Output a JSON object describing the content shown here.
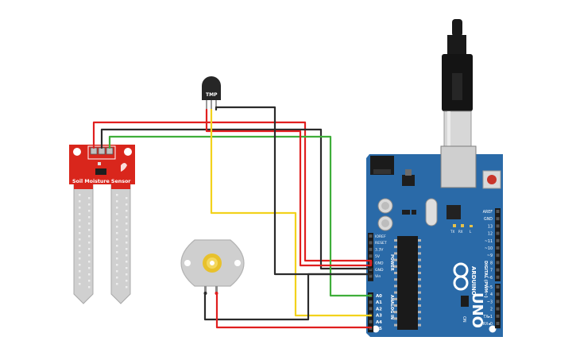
{
  "components": {
    "soil_sensor": {
      "label": "Soil Moisture Sensor"
    },
    "temp_sensor": {
      "label": "TMP"
    },
    "arduino": {
      "brand": "ARDUINO",
      "model": "UNO",
      "reset_label": "RESET",
      "power_header": [
        "IOREF",
        "RESET",
        "3.3V",
        "5V",
        "GND",
        "GND",
        "Vin"
      ],
      "power_title": "POWER",
      "analog_header": [
        "A0",
        "A1",
        "A2",
        "A3",
        "A4",
        "A5"
      ],
      "analog_title": "ANALOG IN",
      "digital_header": [
        "AREF",
        "GND",
        "13",
        "12",
        "~11",
        "~10",
        "~9",
        "8",
        "7",
        "~6",
        "~5",
        "4",
        "~3",
        "2",
        "TX▸1",
        "RX◂0"
      ],
      "digital_title": "DIGITAL (PWM~)",
      "led_labels": [
        "TX",
        "RX",
        "L"
      ],
      "on_label": "ON"
    }
  },
  "colors": {
    "board": "#2a6aa8",
    "sensor_pcb": "#d9261c",
    "wire_red": "#e01f1f",
    "wire_black": "#2b2b2b",
    "wire_yellow": "#f2d21c",
    "wire_green": "#3fae3a"
  }
}
